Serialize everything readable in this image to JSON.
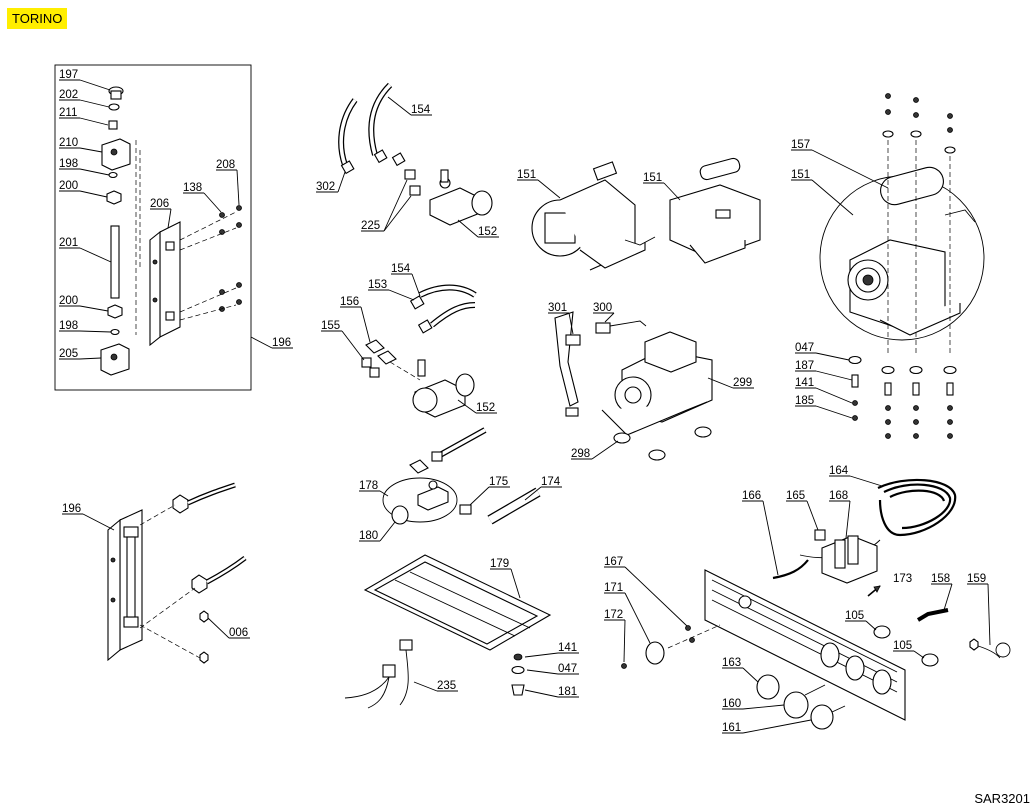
{
  "header": {
    "model": "TORINO"
  },
  "footer": {
    "code": "SAR3201"
  },
  "labels": {
    "l197": "197",
    "l202": "202",
    "l211": "211",
    "l210": "210",
    "l198a": "198",
    "l200a": "200",
    "l201": "201",
    "l200b": "200",
    "l198b": "198",
    "l205": "205",
    "l208": "208",
    "l138": "138",
    "l206": "206",
    "l196a": "196",
    "l154a": "154",
    "l302": "302",
    "l225": "225",
    "l152a": "152",
    "l151a": "151",
    "l151b": "151",
    "l157": "157",
    "l151c": "151",
    "l154b": "154",
    "l153": "153",
    "l156": "156",
    "l155": "155",
    "l152b": "152",
    "l301": "301",
    "l300": "300",
    "l299": "299",
    "l298": "298",
    "l047a": "047",
    "l187": "187",
    "l141a": "141",
    "l185": "185",
    "l178": "178",
    "l175": "175",
    "l174": "174",
    "l180": "180",
    "l196b": "196",
    "l006": "006",
    "l179": "179",
    "l141b": "141",
    "l047b": "047",
    "l181": "181",
    "l235": "235",
    "l164": "164",
    "l166": "166",
    "l165": "165",
    "l168": "168",
    "l167": "167",
    "l173": "173",
    "l158": "158",
    "l159": "159",
    "l171": "171",
    "l172": "172",
    "l105a": "105",
    "l105b": "105",
    "l163": "163",
    "l160": "160",
    "l161": "161"
  }
}
